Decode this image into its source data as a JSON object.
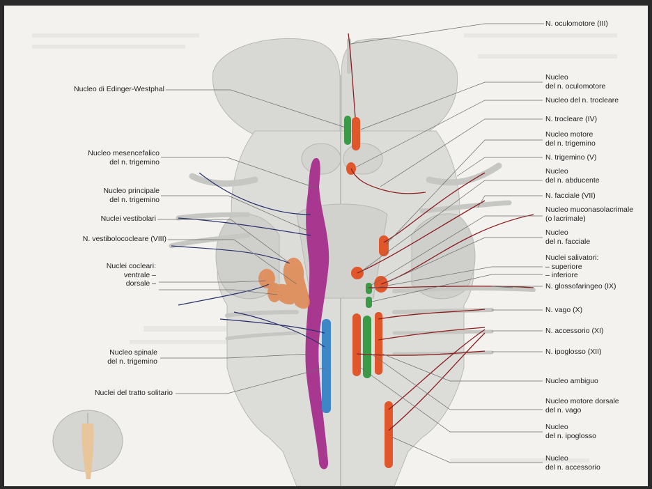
{
  "colors": {
    "background": "#f3f2ef",
    "brainstem": "#d9d9d6",
    "motor_nucleus": "#e0572b",
    "parasympathetic_nucleus": "#3a9a45",
    "trigeminal_sensory": "#a8378f",
    "solitary_tract": "#3d87c9",
    "vestibulocochlear": "#e08a55",
    "motor_fiber": "#8b1e1e",
    "sensory_fiber": "#27306b"
  },
  "labels_left": {
    "edinger_westphal": "Nucleo di Edinger-Westphal",
    "mesencephalic_1": "Nucleo mesencefalico",
    "mesencephalic_2": "del n. trigemino",
    "principal_1": "Nucleo principale",
    "principal_2": "del n. trigemino",
    "vestibular": "Nuclei vestibolari",
    "vestibulocochlear_nerve": "N. vestibolococleare (VIII)",
    "cochlear_1": "Nuclei cocleari:",
    "cochlear_ventral": "ventrale –",
    "cochlear_dorsal": "dorsale –",
    "spinal_1": "Nucleo spinale",
    "spinal_2": "del n. trigemino",
    "solitary": "Nuclei del tratto solitario"
  },
  "labels_right": {
    "oculomotor_nerve": "N. oculomotore (III)",
    "oculomotor_nucleus_1": "Nucleo",
    "oculomotor_nucleus_2": "del n. oculomotore",
    "trochlear_nucleus": "Nucleo del n. trocleare",
    "trochlear_nerve": "N. trocleare (IV)",
    "trigeminal_motor_1": "Nucleo motore",
    "trigeminal_motor_2": "del n. trigemino",
    "trigeminal_nerve": "N. trigemino (V)",
    "abducens_1": "Nucleo",
    "abducens_2": "del n. abducente",
    "facial_nerve": "N. facciale (VII)",
    "lacrimal_1": "Nucleo muconasolacrimale",
    "lacrimal_2": "(o lacrimale)",
    "facial_nucleus_1": "Nucleo",
    "facial_nucleus_2": "del n. facciale",
    "salivary_1": "Nuclei salivatori:",
    "salivary_sup": "– superiore",
    "salivary_inf": "– inferiore",
    "glossopharyngeal": "N. glossofaringeo (IX)",
    "vagus": "N. vago (X)",
    "accessory_nerve": "N. accessorio (XI)",
    "hypoglossal_nerve": "N. ipoglosso (XII)",
    "ambiguus": "Nucleo ambiguo",
    "dorsal_vagal_1": "Nucleo motore dorsale",
    "dorsal_vagal_2": "del n. vago",
    "hypoglossal_nucleus_1": "Nucleo",
    "hypoglossal_nucleus_2": "del n. ipoglosso",
    "accessory_nucleus_1": "Nucleo",
    "accessory_nucleus_2": "del n. accessorio"
  }
}
